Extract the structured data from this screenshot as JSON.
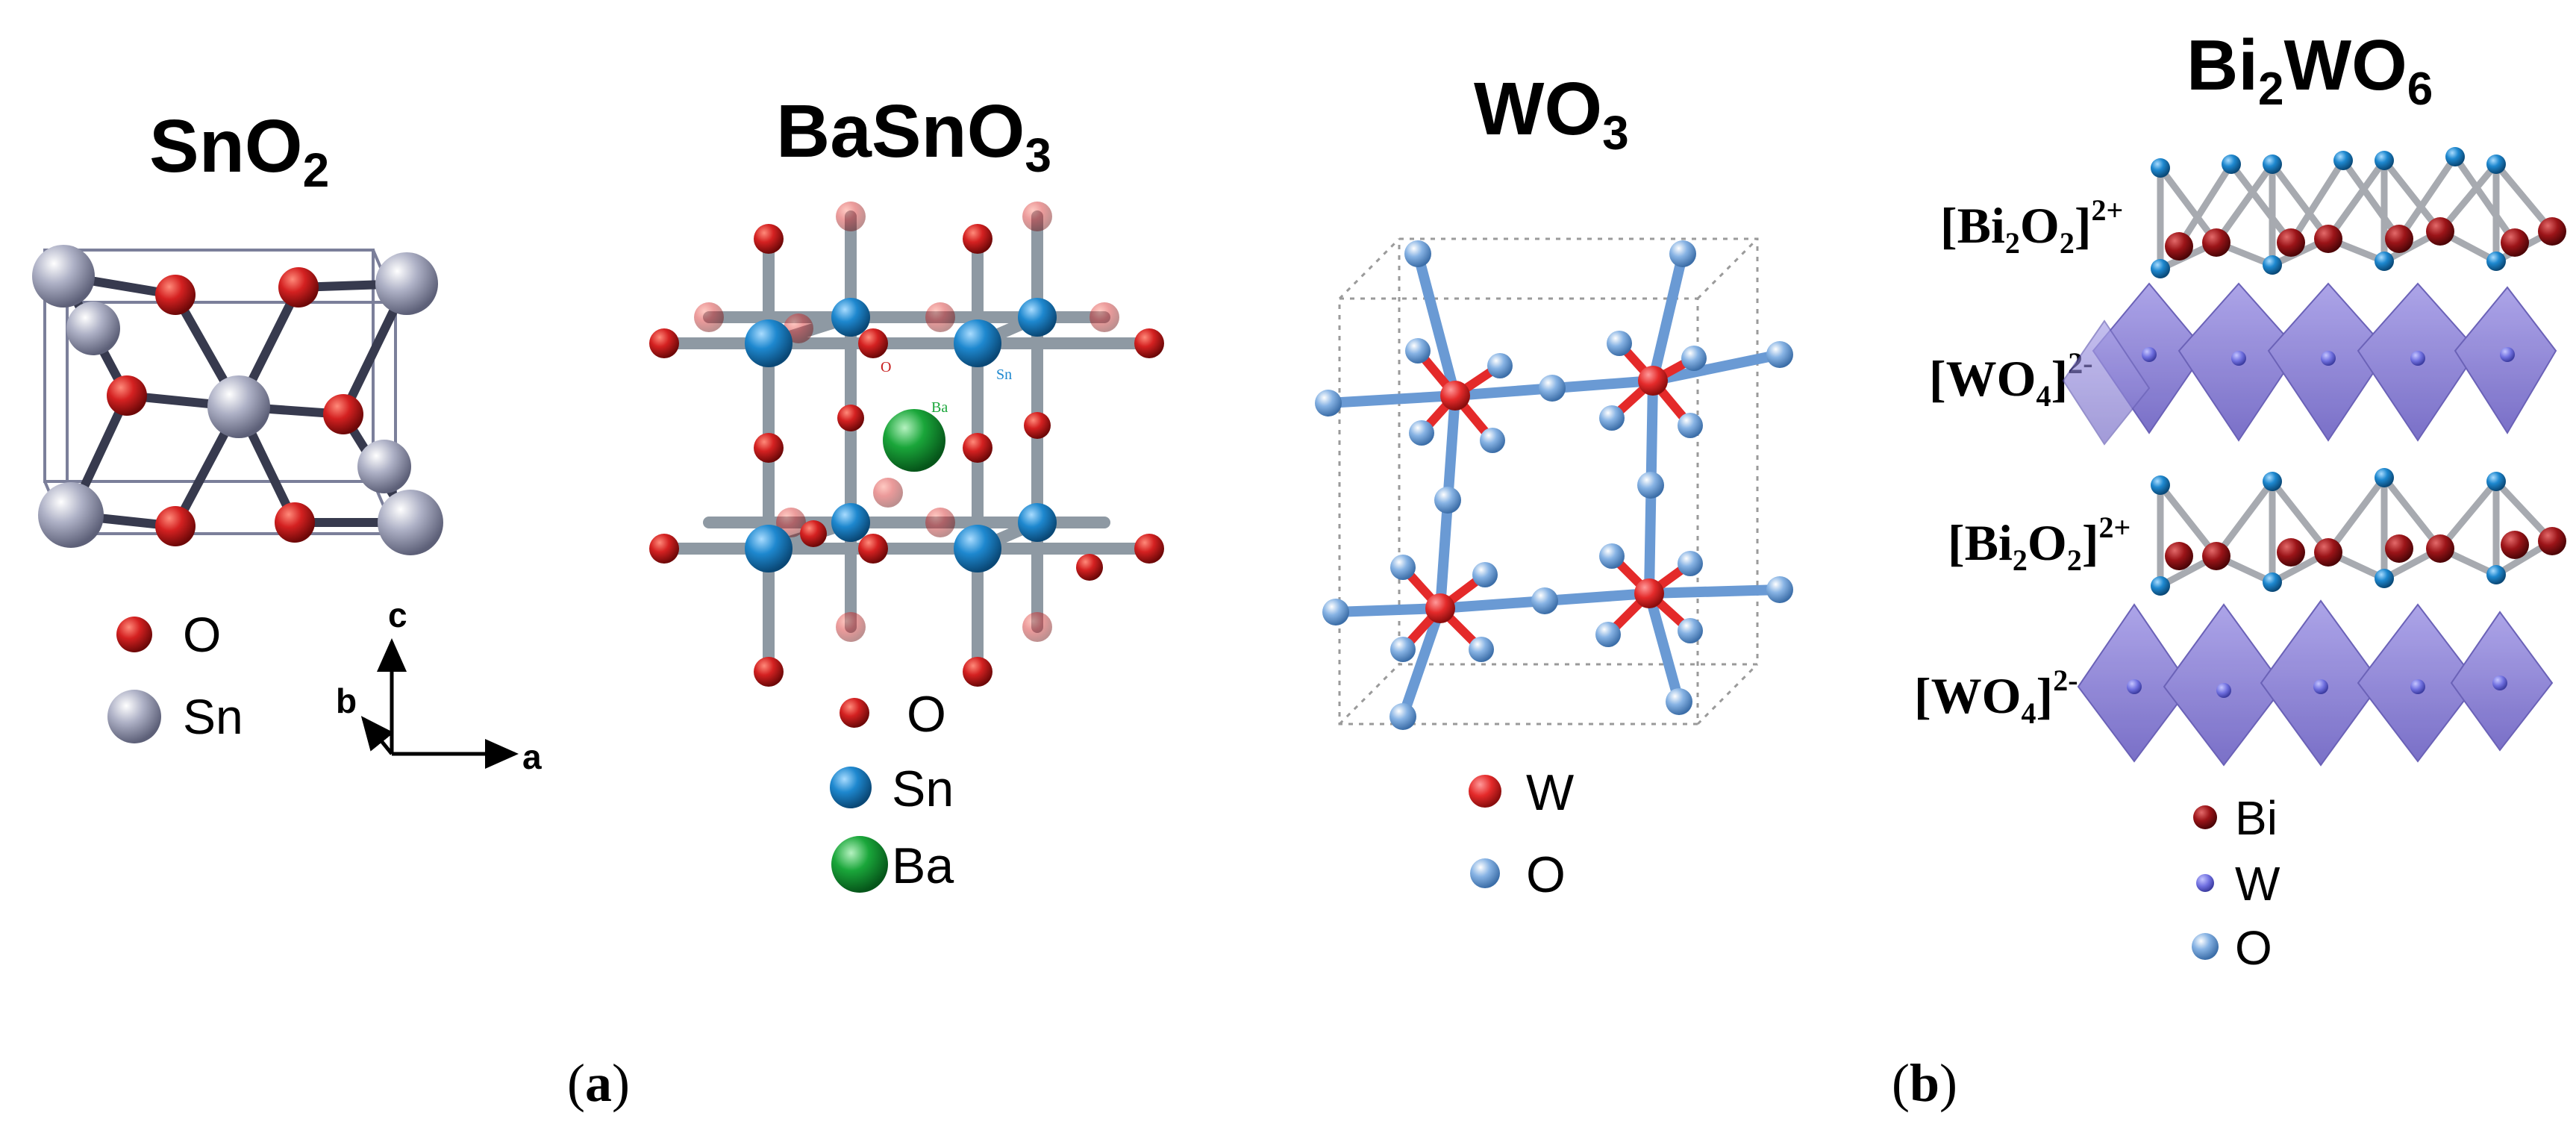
{
  "panels": {
    "snO2": {
      "title": {
        "main": "SnO",
        "sub": "2"
      },
      "legend": [
        "O",
        "Sn"
      ],
      "axes": {
        "c": "c",
        "b": "b",
        "a": "a"
      }
    },
    "basno3": {
      "title": {
        "main": "BaSnO",
        "sub": "3"
      },
      "atom_labels": {
        "o": "O",
        "sn": "Sn",
        "ba": "Ba"
      },
      "legend": [
        "O",
        "Sn",
        "Ba"
      ]
    },
    "wo3": {
      "title": {
        "main": "WO",
        "sub": "3"
      },
      "legend": [
        "W",
        "O"
      ]
    },
    "bi2wo6": {
      "title": {
        "p1": "Bi",
        "s1": "2",
        "p2": "WO",
        "s2": "6"
      },
      "layers": [
        {
          "main": "[Bi",
          "sub": "2",
          "mid": "O",
          "sub2": "2",
          "close": "]",
          "sup": "2+"
        },
        {
          "main": "[WO",
          "sub": "4",
          "close": "]",
          "sup": "2-"
        },
        {
          "main": "[Bi",
          "sub": "2",
          "mid": "O",
          "sub2": "2",
          "close": "]",
          "sup": "2+"
        },
        {
          "main": "[WO",
          "sub": "4",
          "close": "]",
          "sup": "2-"
        }
      ],
      "legend": [
        "Bi",
        "W",
        "O"
      ]
    }
  },
  "captions": {
    "a": "(a)",
    "b": "(b)",
    "a_letter": "a",
    "b_letter": "b",
    "open": "(",
    "close": ")"
  },
  "colors": {
    "oxygen_red": "#d42121",
    "tin_grey": "#9ea1b8",
    "tin_blue": "#1e88cf",
    "barium_green": "#1aa63a",
    "w_red": "#e42a2a",
    "o_lightblue": "#7aa9dc",
    "bi_darkred": "#9b1418",
    "w_violet": "#7070e0",
    "bond_grey": "#9aa4ad",
    "octahedron": "#8a7fd6"
  }
}
